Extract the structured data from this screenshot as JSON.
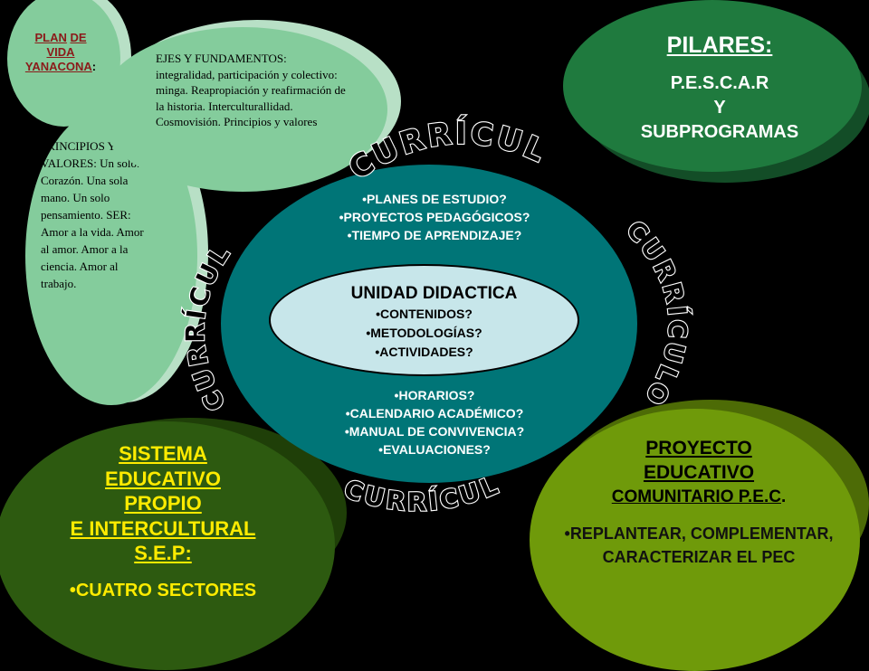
{
  "plan_vida": {
    "w1": "PLAN",
    "w2": "DE",
    "w3": "VIDA",
    "w4": "YANACONA",
    "colon": ":"
  },
  "ejes": {
    "text": "EJES Y FUNDAMENTOS: integralidad, participación y colectivo: minga. Reapropiación y reafirmación de la historia. Interculturallidad. Cosmovisión. Principios y valores"
  },
  "principios": {
    "text": "PRINCIPIOS Y VALORES: Un solo. Corazón. Una sola mano. Un solo pensamiento. SER: Amor a la vida. Amor al amor. Amor a la ciencia. Amor al trabajo."
  },
  "pilares": {
    "title": "PILARES:",
    "line1": "P.E.S.C.A.R",
    "line2": "Y",
    "line3": "SUBPROGRAMAS"
  },
  "curriculo": {
    "word": "CURRÍCULO"
  },
  "center": {
    "top_items": [
      "PLANES DE ESTUDIO?",
      "PROYECTOS PEDAGÓGICOS?",
      "TIEMPO DE APRENDIZAJE?"
    ],
    "bottom_items": [
      "HORARIOS?",
      "CALENDARIO ACADÉMICO?",
      "MANUAL DE CONVIVENCIA?",
      "EVALUACIONES?"
    ]
  },
  "unidad": {
    "title": "UNIDAD DIDACTICA",
    "items": [
      "CONTENIDOS?",
      "METODOLOGÍAS?",
      "ACTIVIDADES?"
    ]
  },
  "sistema": {
    "line1": "SISTEMA",
    "line2": "EDUCATIVO",
    "line3": "PROPIO",
    "line4": "E INTERCULTURAL",
    "line5": "S.E.P:",
    "bullet": "CUATRO SECTORES"
  },
  "proyecto": {
    "line1": "PROYECTO",
    "line2": "EDUCATIVO",
    "line3": "COMUNITARIO P.E.C",
    "dot": ".",
    "bullet": "REPLANTEAR, COMPLEMENTAR, CARACTERIZAR EL PEC"
  },
  "colors": {
    "teal": "#007577",
    "light_blue": "#c7e6ea",
    "light_green": "#84cc9c",
    "forest_green": "#1f7a3e",
    "dark_olive": "#2d5a10",
    "olive_green": "#6f9a0a",
    "yellow": "#ffeb00"
  }
}
